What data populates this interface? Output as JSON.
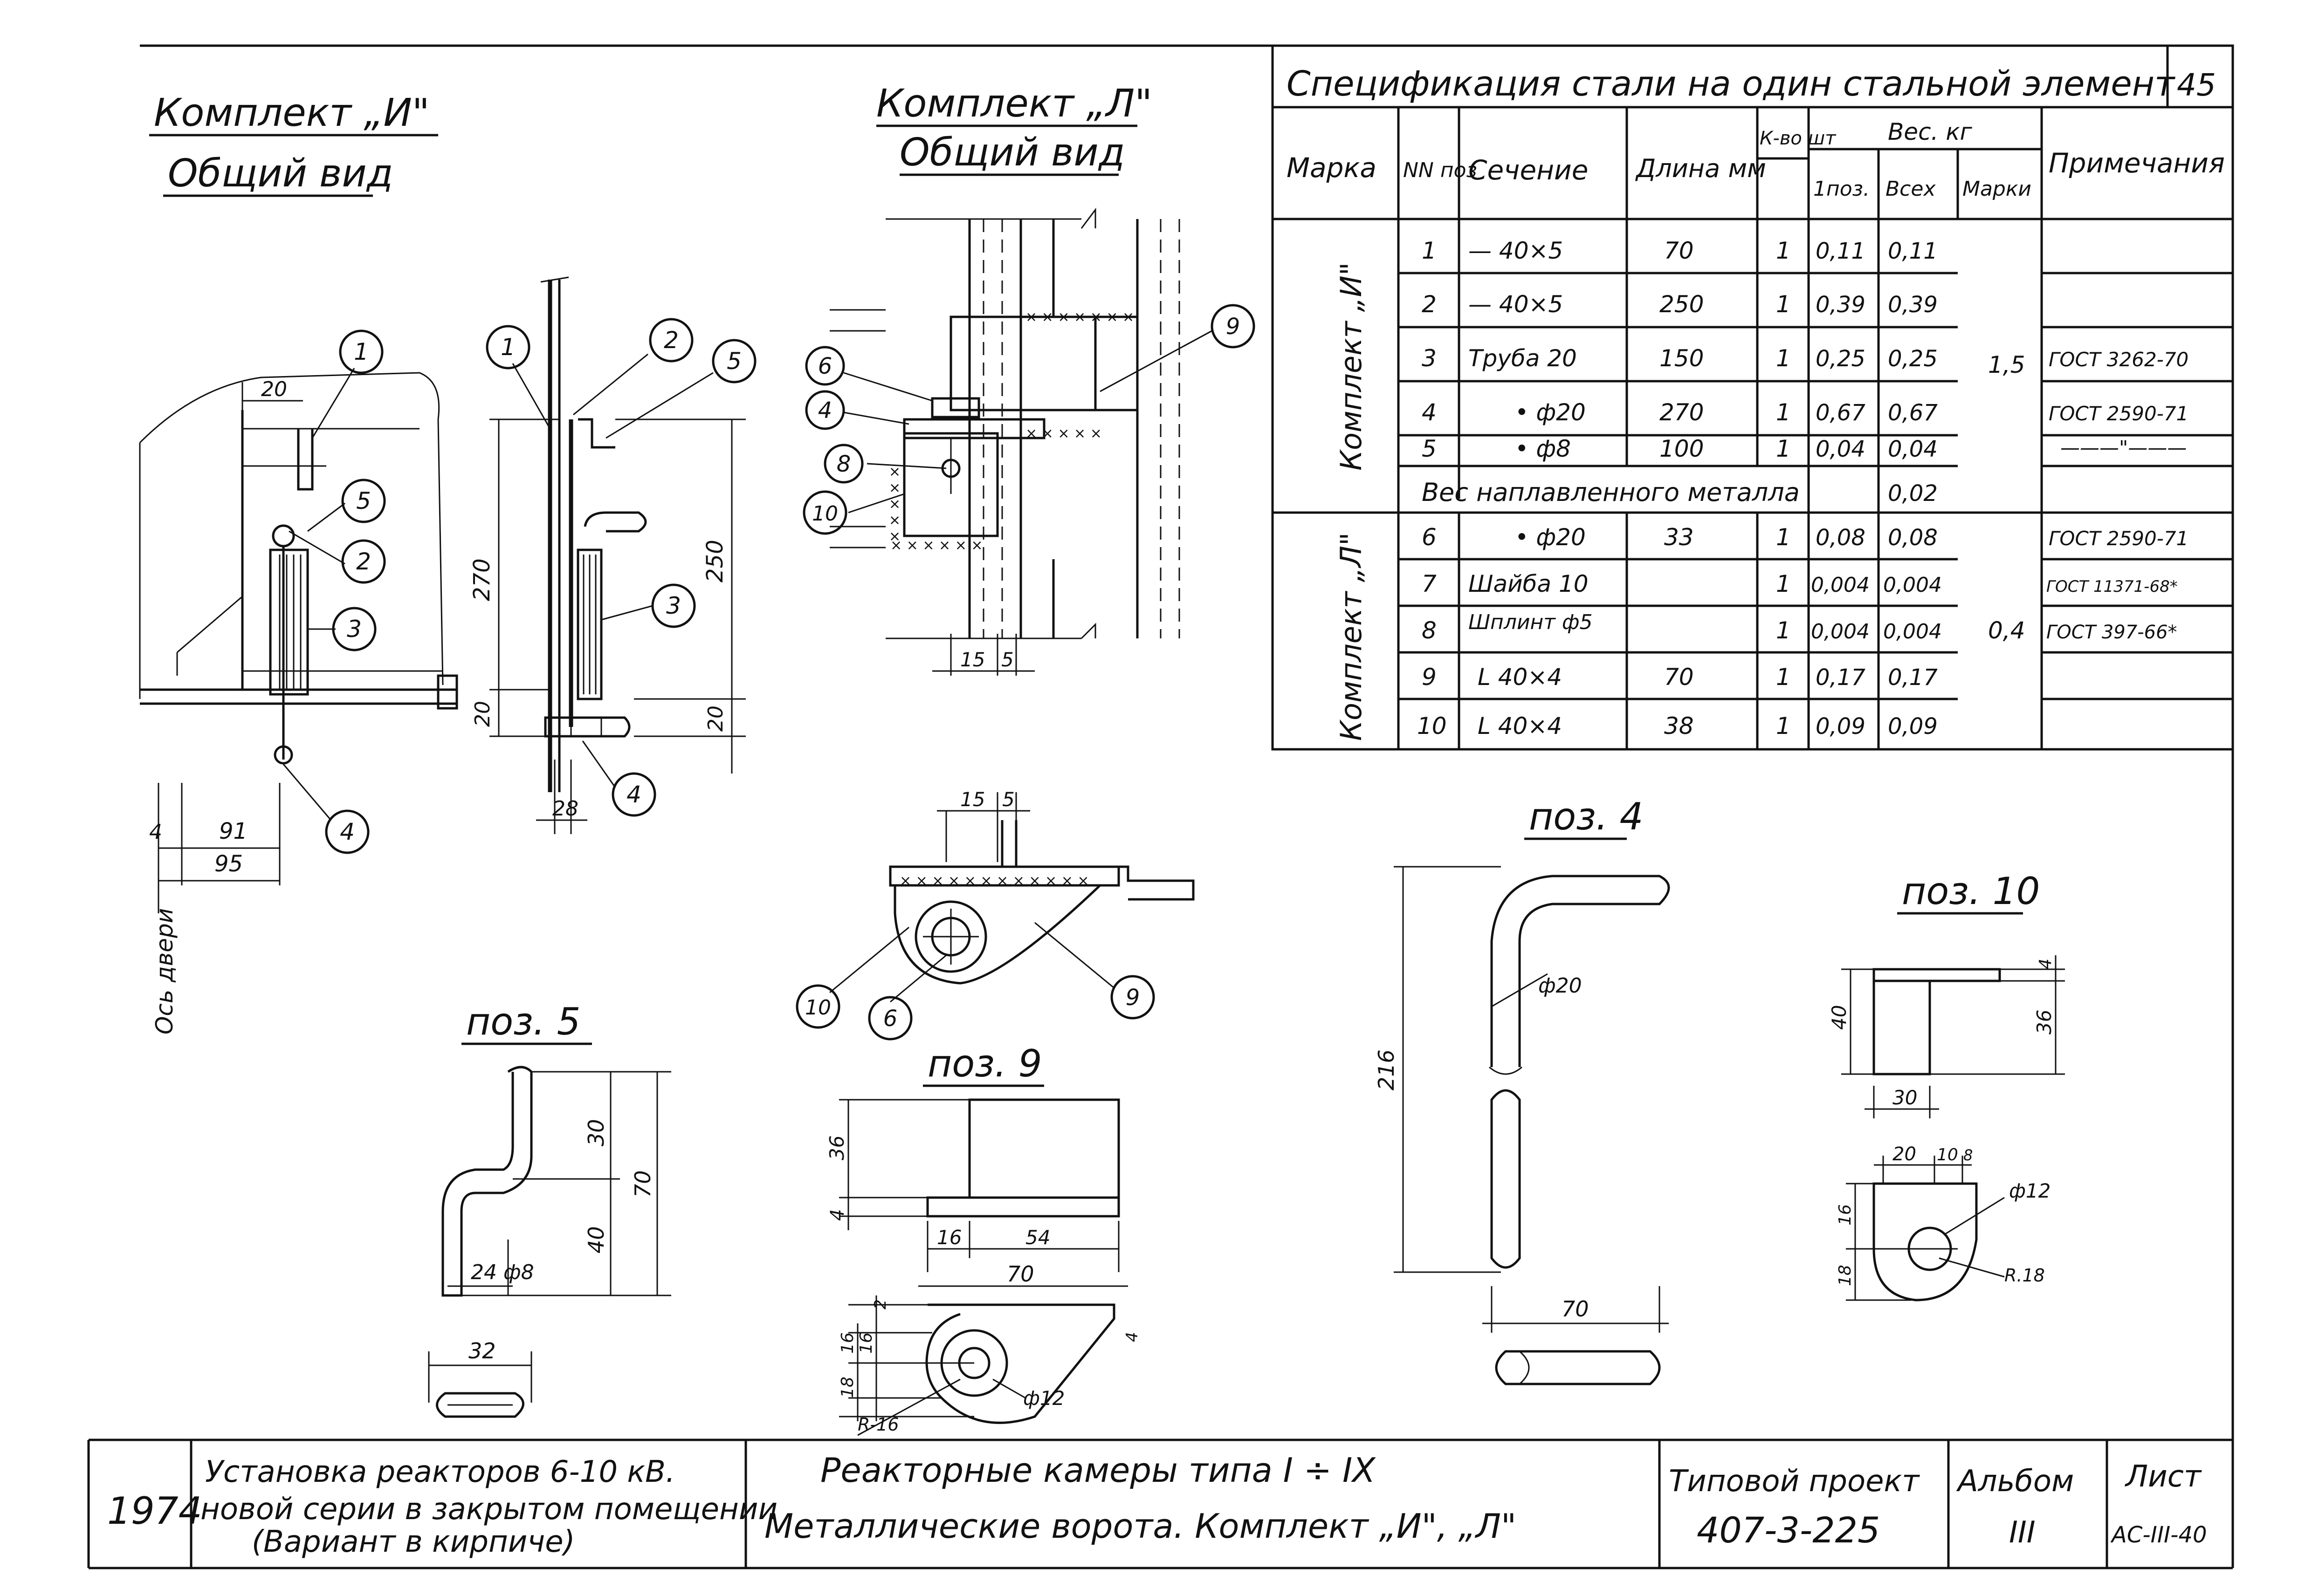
{
  "sheet_number": "45",
  "left_view": {
    "title": "Комплект „И\"",
    "subtitle": "Общий вид",
    "side_note": "Ось двери",
    "dims": [
      "20",
      "270",
      "20",
      "91",
      "95",
      "4",
      "28",
      "250",
      "20"
    ],
    "balloons": [
      "1",
      "2",
      "3",
      "4",
      "5",
      "1",
      "2",
      "5",
      "3",
      "4"
    ]
  },
  "mid_view": {
    "title": "Комплект „Л\"",
    "subtitle": "Общий вид",
    "dims": [
      "15",
      "5"
    ],
    "balloons": [
      "6",
      "4",
      "8",
      "10",
      "9"
    ]
  },
  "hinge_detail": {
    "dims": [
      "15",
      "5"
    ],
    "balloons": [
      "10",
      "6",
      "9"
    ]
  },
  "spec": {
    "title": "Спецификация стали на один стальной элемент",
    "headers": {
      "mark": "Марка",
      "pos": "NN поз",
      "section": "Сечение",
      "length": "Длина мм",
      "qty": "К-во шт",
      "weight": "Вес. кг",
      "w_one": "1поз.",
      "w_all": "Всех",
      "w_mark": "Марки",
      "notes": "Примечания"
    },
    "group_i": "Комплект „И\"",
    "group_l": "Комплект „Л\"",
    "rows_i": [
      {
        "pos": "1",
        "section": "— 40×5",
        "length": "70",
        "qty": "1",
        "w1": "0,11",
        "wall": "0,11",
        "note": ""
      },
      {
        "pos": "2",
        "section": "— 40×5",
        "length": "250",
        "qty": "1",
        "w1": "0,39",
        "wall": "0,39",
        "note": ""
      },
      {
        "pos": "3",
        "section": "Труба 20",
        "length": "150",
        "qty": "1",
        "w1": "0,25",
        "wall": "0,25",
        "note": "ГОСТ 3262-70"
      },
      {
        "pos": "4",
        "section": "• ф20",
        "length": "270",
        "qty": "1",
        "w1": "0,67",
        "wall": "0,67",
        "note": "ГОСТ 2590-71"
      },
      {
        "pos": "5",
        "section": "• ф8",
        "length": "100",
        "qty": "1",
        "w1": "0,04",
        "wall": "0,04",
        "note": "———\"———"
      }
    ],
    "weld_label": "Вес наплавленного металла",
    "weld_value": "0,02",
    "mark_i_total": "1,5",
    "rows_l": [
      {
        "pos": "6",
        "section": "• ф20",
        "length": "33",
        "qty": "1",
        "w1": "0,08",
        "wall": "0,08",
        "note": "ГОСТ 2590-71"
      },
      {
        "pos": "7",
        "section": "Шайба 10",
        "length": "",
        "qty": "1",
        "w1": "0,004",
        "wall": "0,004",
        "note": "ГОСТ 11371-68*"
      },
      {
        "pos": "8",
        "section": "Шплинт ф5",
        "length": "",
        "qty": "1",
        "w1": "0,004",
        "wall": "0,004",
        "note": "ГОСТ 397-66*"
      },
      {
        "pos": "9",
        "section": "L 40×4",
        "length": "70",
        "qty": "1",
        "w1": "0,17",
        "wall": "0,17",
        "note": ""
      },
      {
        "pos": "10",
        "section": "L 40×4",
        "length": "38",
        "qty": "1",
        "w1": "0,09",
        "wall": "0,09",
        "note": ""
      }
    ],
    "mark_l_total": "0,4"
  },
  "poz4": {
    "title": "поз. 4",
    "dims": [
      "ф20",
      "216",
      "70"
    ]
  },
  "poz5": {
    "title": "поз. 5",
    "dims": [
      "30",
      "70",
      "40",
      "24",
      "ф8",
      "32"
    ]
  },
  "poz9": {
    "title": "поз. 9",
    "dims": [
      "36",
      "4",
      "16",
      "54",
      "70",
      "2",
      "16",
      "16",
      "18",
      "4",
      "ф12",
      "R-16"
    ]
  },
  "poz10": {
    "title": "поз. 10",
    "dims": [
      "4",
      "36",
      "40",
      "30",
      "20",
      "10",
      "8",
      "ф12",
      "16",
      "18",
      "R.18"
    ]
  },
  "title_block": {
    "year": "1974",
    "desc_lines": [
      "Установка реакторов 6-10 кВ.",
      "новой серии в закрытом помещении",
      "(Вариант в кирпиче)"
    ],
    "drawing_lines": [
      "Реакторные камеры типа I ÷ IX",
      "Металлические ворота. Комплект „И\", „Л\""
    ],
    "project_label": "Типовой проект",
    "project_number": "407-3-225",
    "album_label": "Альбом",
    "album_number": "III",
    "sheet_label": "Лист",
    "sheet_code": "АС-III-40"
  }
}
